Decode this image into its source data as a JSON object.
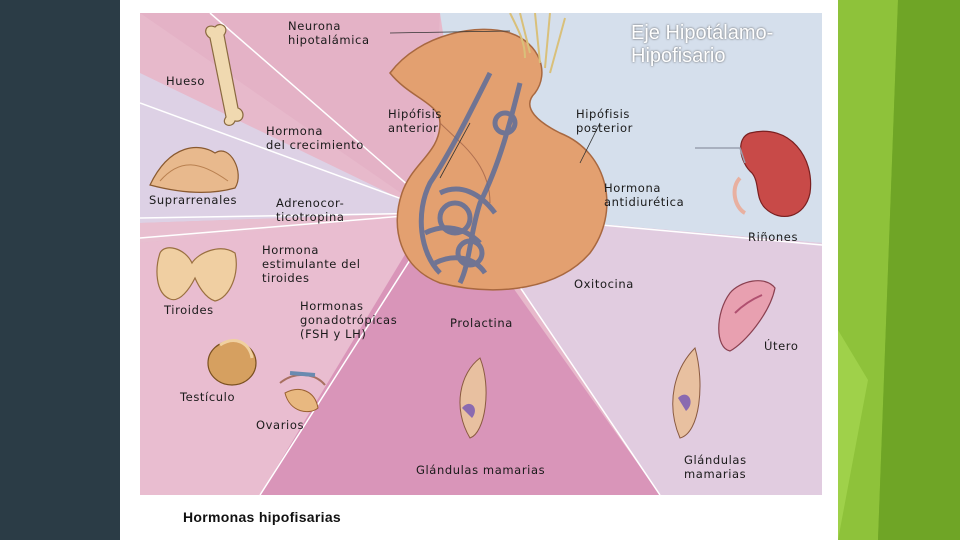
{
  "title": "Eje Hipotálamo-Hipofisario",
  "caption": "Hormonas hipofisarias",
  "colors": {
    "left_bar": "#2b3c46",
    "right_bar": "#78b22a",
    "pink": "#e9b9cc",
    "lavender": "#dcd0e6",
    "magenta": "#d58fb5",
    "light_blue": "#d2e0ee"
  },
  "labels": {
    "neurona": "Neurona\nhipotalámica",
    "hueso": "Hueso",
    "hipofisis_anterior": "Hipófisis\nanterior",
    "hipofisis_posterior": "Hipófisis\nposterior",
    "hormona_crecimiento": "Hormona\ndel crecimiento",
    "suprarrenales": "Suprarrenales",
    "adrenocorticotropina": "Adrenocor-\nticotropina",
    "hormona_antidiuretica": "Hormona\nantidiurética",
    "rinones": "Riñones",
    "tsh": "Hormona\nestimulante del\ntiroides",
    "oxitocina": "Oxitocina",
    "tiroides": "Tiroides",
    "gonadotropicas": "Hormonas\ngonadotrópicas\n(FSH y LH)",
    "prolactina": "Prolactina",
    "utero": "Útero",
    "testiculo": "Testículo",
    "ovarios": "Ovarios",
    "glandulas_mamarias_center": "Glándulas mamarias",
    "glandulas_mamarias_right": "Glándulas\nmamarias"
  },
  "icons": [
    "bone-icon",
    "adrenal-gland-icon",
    "thyroid-icon",
    "testicle-icon",
    "ovary-icon",
    "kidney-icon",
    "uterus-icon",
    "breast-icon",
    "pituitary-gland-icon"
  ]
}
